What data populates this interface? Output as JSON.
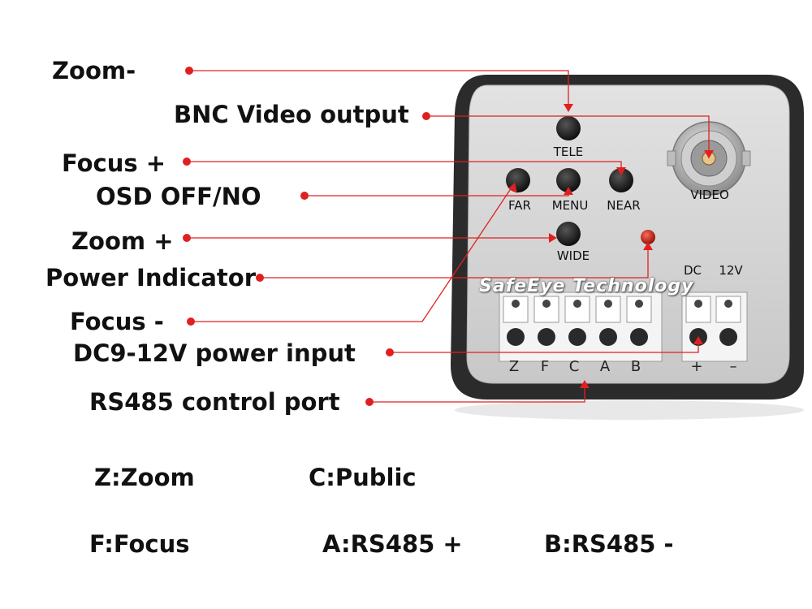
{
  "callouts": {
    "zoom_minus": "Zoom-",
    "bnc_video_output": "BNC Video output",
    "focus_plus": "Focus +",
    "osd_off_no": "OSD OFF/NO",
    "zoom_plus": "Zoom +",
    "power_indicator": "Power Indicator",
    "focus_minus": "Focus -",
    "dc_power_input": "DC9-12V power input",
    "rs485_control_port": "RS485 control port"
  },
  "panel": {
    "buttons": {
      "tele": "TELE",
      "far": "FAR",
      "menu": "MENU",
      "near": "NEAR",
      "wide": "WIDE"
    },
    "video_label": "VIDEO",
    "dc_label": "DC",
    "v12_label": "12V",
    "watermark": "SafeEye Technology",
    "terminals": [
      "Z",
      "F",
      "C",
      "A",
      "B"
    ],
    "power_terminals": [
      "+",
      "–"
    ]
  },
  "legend": {
    "z": "Z:Zoom",
    "c": "C:Public",
    "f": "F:Focus",
    "a": "A:RS485 +",
    "b": "B:RS485 -"
  },
  "colors": {
    "callout_line": "#e02020",
    "panel_face": "#d4d4d4",
    "housing": "#2a2a2a"
  }
}
